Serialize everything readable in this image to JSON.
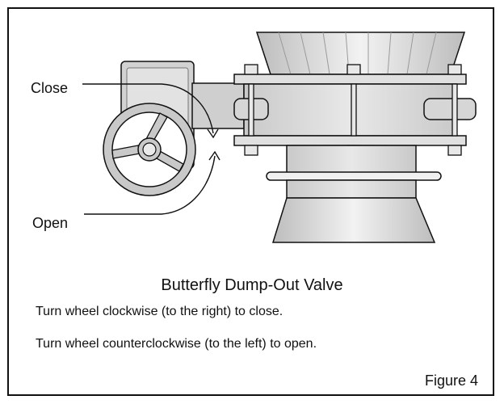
{
  "labels": {
    "close": "Close",
    "open": "Open"
  },
  "caption": "Butterfly Dump-Out Valve",
  "instructions": [
    "Turn wheel clockwise (to the right) to close.",
    "Turn wheel counterclockwise (to the left) to open."
  ],
  "figure_label": "Figure 4",
  "colors": {
    "metal_light": "#e3e3e3",
    "metal_mid": "#c8c8c8",
    "metal_dark": "#a6a6a6",
    "outline": "#111111"
  }
}
